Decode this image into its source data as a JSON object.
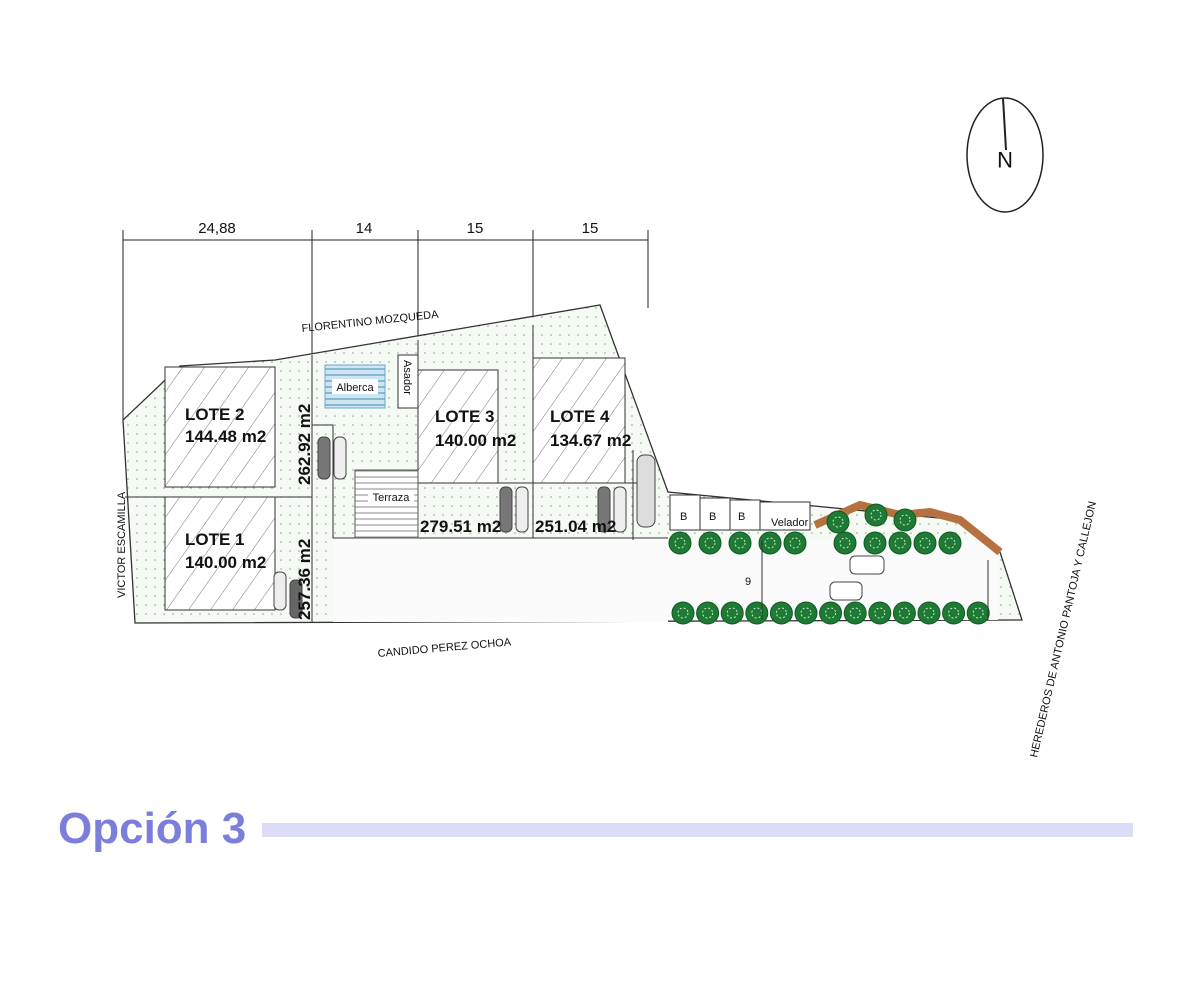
{
  "title": "Opción 3",
  "dimensions": [
    "24,88",
    "14",
    "15",
    "15"
  ],
  "streets": {
    "north": "FLORENTINO MOZQUEDA",
    "south": "CANDIDO PEREZ OCHOA",
    "west": "VICTOR ESCAMILLA",
    "east": "HEREDEROS DE ANTONIO PANTOJA Y CALLEJON"
  },
  "compass": {
    "label": "N"
  },
  "lots": [
    {
      "name": "LOTE 1",
      "area": "140.00 m2"
    },
    {
      "name": "LOTE 2",
      "area": "144.48 m2"
    },
    {
      "name": "LOTE 3",
      "area": "140.00 m2"
    },
    {
      "name": "LOTE 4",
      "area": "134.67 m2"
    }
  ],
  "areas": {
    "strip_upper": "262.92 m2",
    "strip_lower": "257.36 m2",
    "lote3_total": "279.51 m2",
    "lote4_total": "251.04 m2"
  },
  "amenities": {
    "pool": "Alberca",
    "grill": "Asador",
    "terrace": "Terraza",
    "guard": "Velador",
    "bathroom": "B",
    "marker": "9"
  },
  "colors": {
    "title": "#7b7fdb",
    "title_bar": "#dcdcf7",
    "trees": "#1f7a35",
    "pool": "#9ec9e0",
    "hedge": "#b5713f"
  }
}
